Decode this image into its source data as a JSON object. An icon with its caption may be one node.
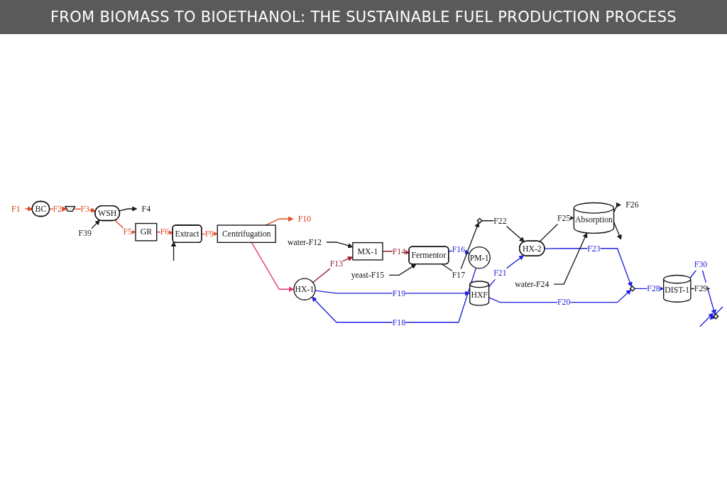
{
  "diagram": {
    "title": "FROM BIOMASS TO BIOETHANOL: THE SUSTAINABLE FUEL PRODUCTION PROCESS",
    "nodes": [
      {
        "text": [
          "F1"
        ]
      },
      {
        "text": [
          "BC"
        ]
      },
      {
        "text": [],
        "shape": "hopper"
      },
      {
        "text": [
          "WSH"
        ]
      },
      {
        "text": [
          "F4"
        ]
      },
      {
        "text": [
          "GR"
        ]
      },
      {
        "text": [
          "Extract"
        ]
      },
      {
        "text": [
          "Centrifugation"
        ]
      },
      {
        "text": [
          "F10"
        ]
      },
      {
        "text": [
          "water-F12"
        ]
      },
      {
        "text": [
          "HX-1"
        ]
      },
      {
        "text": [
          "MX-1"
        ]
      },
      {
        "text": [
          "yeast-F15"
        ]
      },
      {
        "text": [
          "Fermentor"
        ]
      },
      {
        "text": [
          "PM-1"
        ]
      },
      {
        "text": [],
        "shape": "diamond"
      },
      {
        "text": [
          "HX-2"
        ]
      },
      {
        "text": [
          "HXF"
        ]
      },
      {
        "text": [
          "water-F24"
        ]
      },
      {
        "text": [
          "Absorption"
        ]
      },
      {
        "text": [
          "F26"
        ]
      },
      {
        "text": [],
        "shape": "diamond"
      },
      {
        "text": [
          "DIST-1"
        ]
      },
      {
        "text": [],
        "shape": "diamond"
      }
    ],
    "edges": [
      {
        "from": 0,
        "to": 1,
        "arrow": "to",
        "color": "#e04a22"
      },
      {
        "from": 1,
        "to": 2,
        "arrow": "to",
        "label": "F2",
        "color": "#e04a22"
      },
      {
        "from": 2,
        "to": 3,
        "arrow": "to",
        "label": "F3",
        "color": "#e04a22"
      },
      {
        "from": null,
        "to": 3,
        "arrow": "to",
        "label": "F39"
      },
      {
        "from": 3,
        "to": 4,
        "arrow": "to"
      },
      {
        "from": 3,
        "to": 5,
        "arrow": "to",
        "label": "F5",
        "color": "#e04a22"
      },
      {
        "from": 5,
        "to": 6,
        "arrow": "to",
        "label": "F6",
        "color": "#e04a22"
      },
      {
        "from": null,
        "to": 6,
        "arrow": "to"
      },
      {
        "from": 6,
        "to": 7,
        "arrow": "to",
        "label": "F9",
        "color": "#e04a22"
      },
      {
        "from": 7,
        "to": 8,
        "arrow": "to",
        "color": "#e04a22"
      },
      {
        "from": 7,
        "to": 10,
        "arrow": "to",
        "color": "#e8336b"
      },
      {
        "from": 9,
        "to": 11,
        "arrow": "to"
      },
      {
        "from": 10,
        "to": 11,
        "arrow": "to",
        "label": "F13",
        "color": "#9b1c2c"
      },
      {
        "from": 11,
        "to": 13,
        "arrow": "to",
        "label": "F14",
        "color": "#9b1c2c"
      },
      {
        "from": 12,
        "to": 13,
        "arrow": "to"
      },
      {
        "from": 13,
        "to": 14,
        "arrow": "to",
        "label": "F16",
        "color": "#1f1fdf"
      },
      {
        "from": 14,
        "to": 10,
        "arrow": "to",
        "label": "F18",
        "color": "#1f1fdf"
      },
      {
        "from": 10,
        "to": 17,
        "arrow": "to",
        "label": "F19",
        "color": "#1f1fdf"
      },
      {
        "from": 13,
        "to": 15,
        "arrow": "to",
        "label": "F17"
      },
      {
        "from": 15,
        "to": 16,
        "arrow": "to",
        "label": "F22"
      },
      {
        "from": 16,
        "to": 19,
        "arrow": "to",
        "label": "F25"
      },
      {
        "from": 17,
        "to": 16,
        "arrow": "to",
        "label": "F21",
        "color": "#1f1fdf"
      },
      {
        "from": 17,
        "to": 21,
        "arrow": "to",
        "label": "F20",
        "color": "#1f1fdf"
      },
      {
        "from": 16,
        "to": 21,
        "arrow": "to",
        "label": "F23",
        "color": "#1f1fdf"
      },
      {
        "from": 18,
        "to": 19,
        "arrow": "to"
      },
      {
        "from": 19,
        "to": 20,
        "arrow": "to"
      },
      {
        "from": 19,
        "to": null,
        "arrow": "to"
      },
      {
        "from": 21,
        "to": 22,
        "arrow": "to",
        "label": "F28",
        "color": "#1f1fdf"
      },
      {
        "from": 22,
        "to": 23,
        "arrow": "to",
        "label": "F30",
        "color": "#1f1fdf"
      },
      {
        "from": 22,
        "to": null,
        "arrow": "to",
        "label": "F29"
      },
      {
        "from": null,
        "to": 23,
        "arrow": "to",
        "color": "#1f1fdf"
      },
      {
        "from": null,
        "to": 23,
        "arrow": "to",
        "color": "#1f1fdf"
      }
    ]
  }
}
